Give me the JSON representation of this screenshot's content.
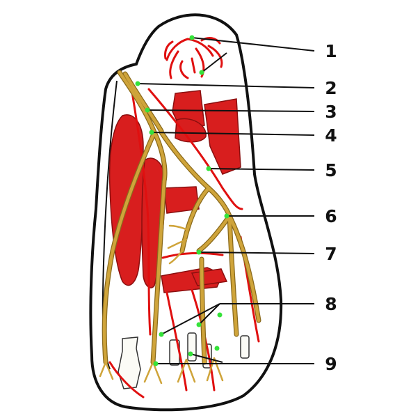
{
  "figure": {
    "labels": [
      "1",
      "2",
      "3",
      "4",
      "5",
      "6",
      "7",
      "8",
      "9"
    ],
    "colors": {
      "outline": "#111111",
      "muscle": "#d81e1e",
      "muscle_dark": "#8a0f0f",
      "artery": "#e01010",
      "nerve": "#cfa43a",
      "nerve_edge": "#8a6a1c",
      "bone": "#fbfbf6",
      "marker": "#35e23a"
    }
  }
}
